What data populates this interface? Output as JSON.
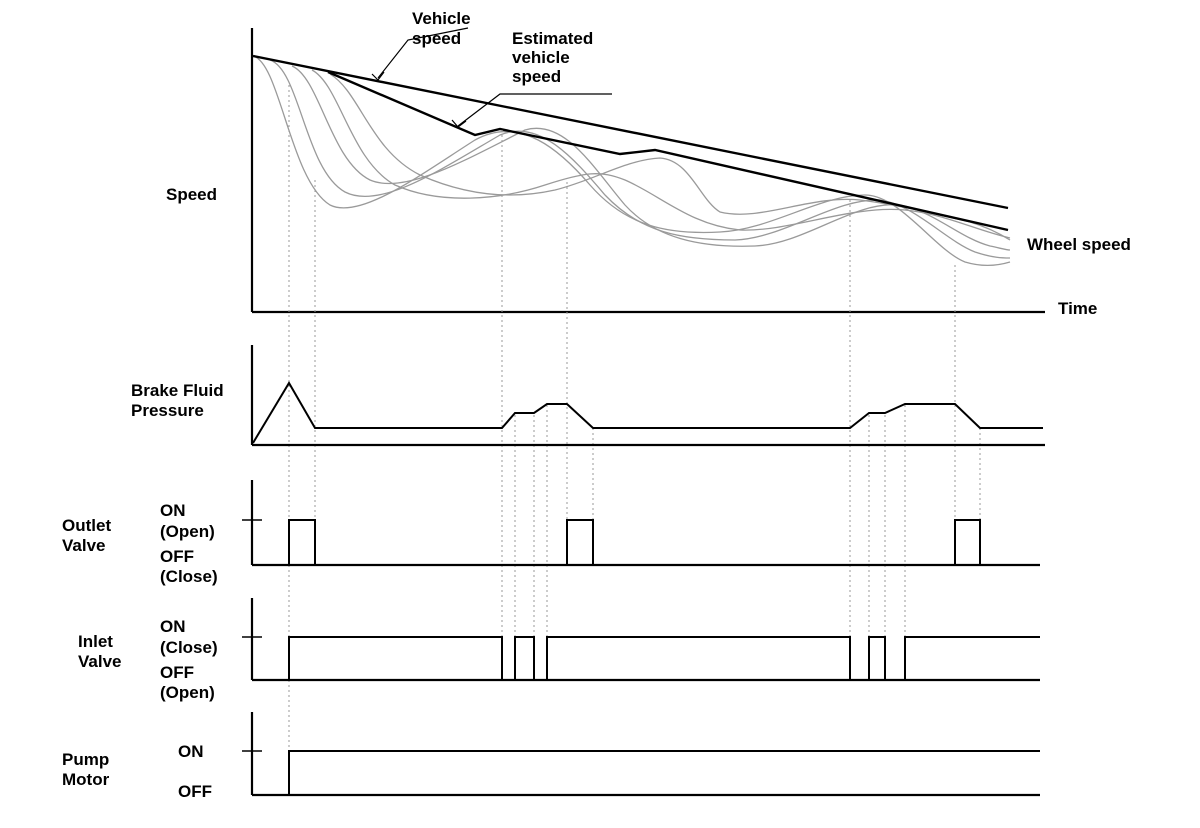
{
  "speed_panel": {
    "y_label": "Speed",
    "x_label": "Time",
    "vehicle_speed_label_1": "Vehicle",
    "vehicle_speed_label_2": "speed",
    "estimated_label_1": "Estimated",
    "estimated_label_2": "vehicle",
    "estimated_label_3": "speed",
    "wheel_speed_label": "Wheel speed"
  },
  "pressure_panel": {
    "label_1": "Brake Fluid",
    "label_2": "Pressure"
  },
  "outlet_panel": {
    "label_1": "Outlet",
    "label_2": "Valve",
    "on_1": "ON",
    "on_2": "(Open)",
    "off_1": "OFF",
    "off_2": "(Close)"
  },
  "inlet_panel": {
    "label_1": "Inlet",
    "label_2": "Valve",
    "on_1": "ON",
    "on_2": "(Close)",
    "off_1": "OFF",
    "off_2": "(Open)"
  },
  "pump_panel": {
    "label_1": "Pump",
    "label_2": "Motor",
    "on": "ON",
    "off": "OFF"
  },
  "colors": {
    "line": "#000000",
    "wheel_curves": "#9a9a9a",
    "background": "#ffffff"
  }
}
